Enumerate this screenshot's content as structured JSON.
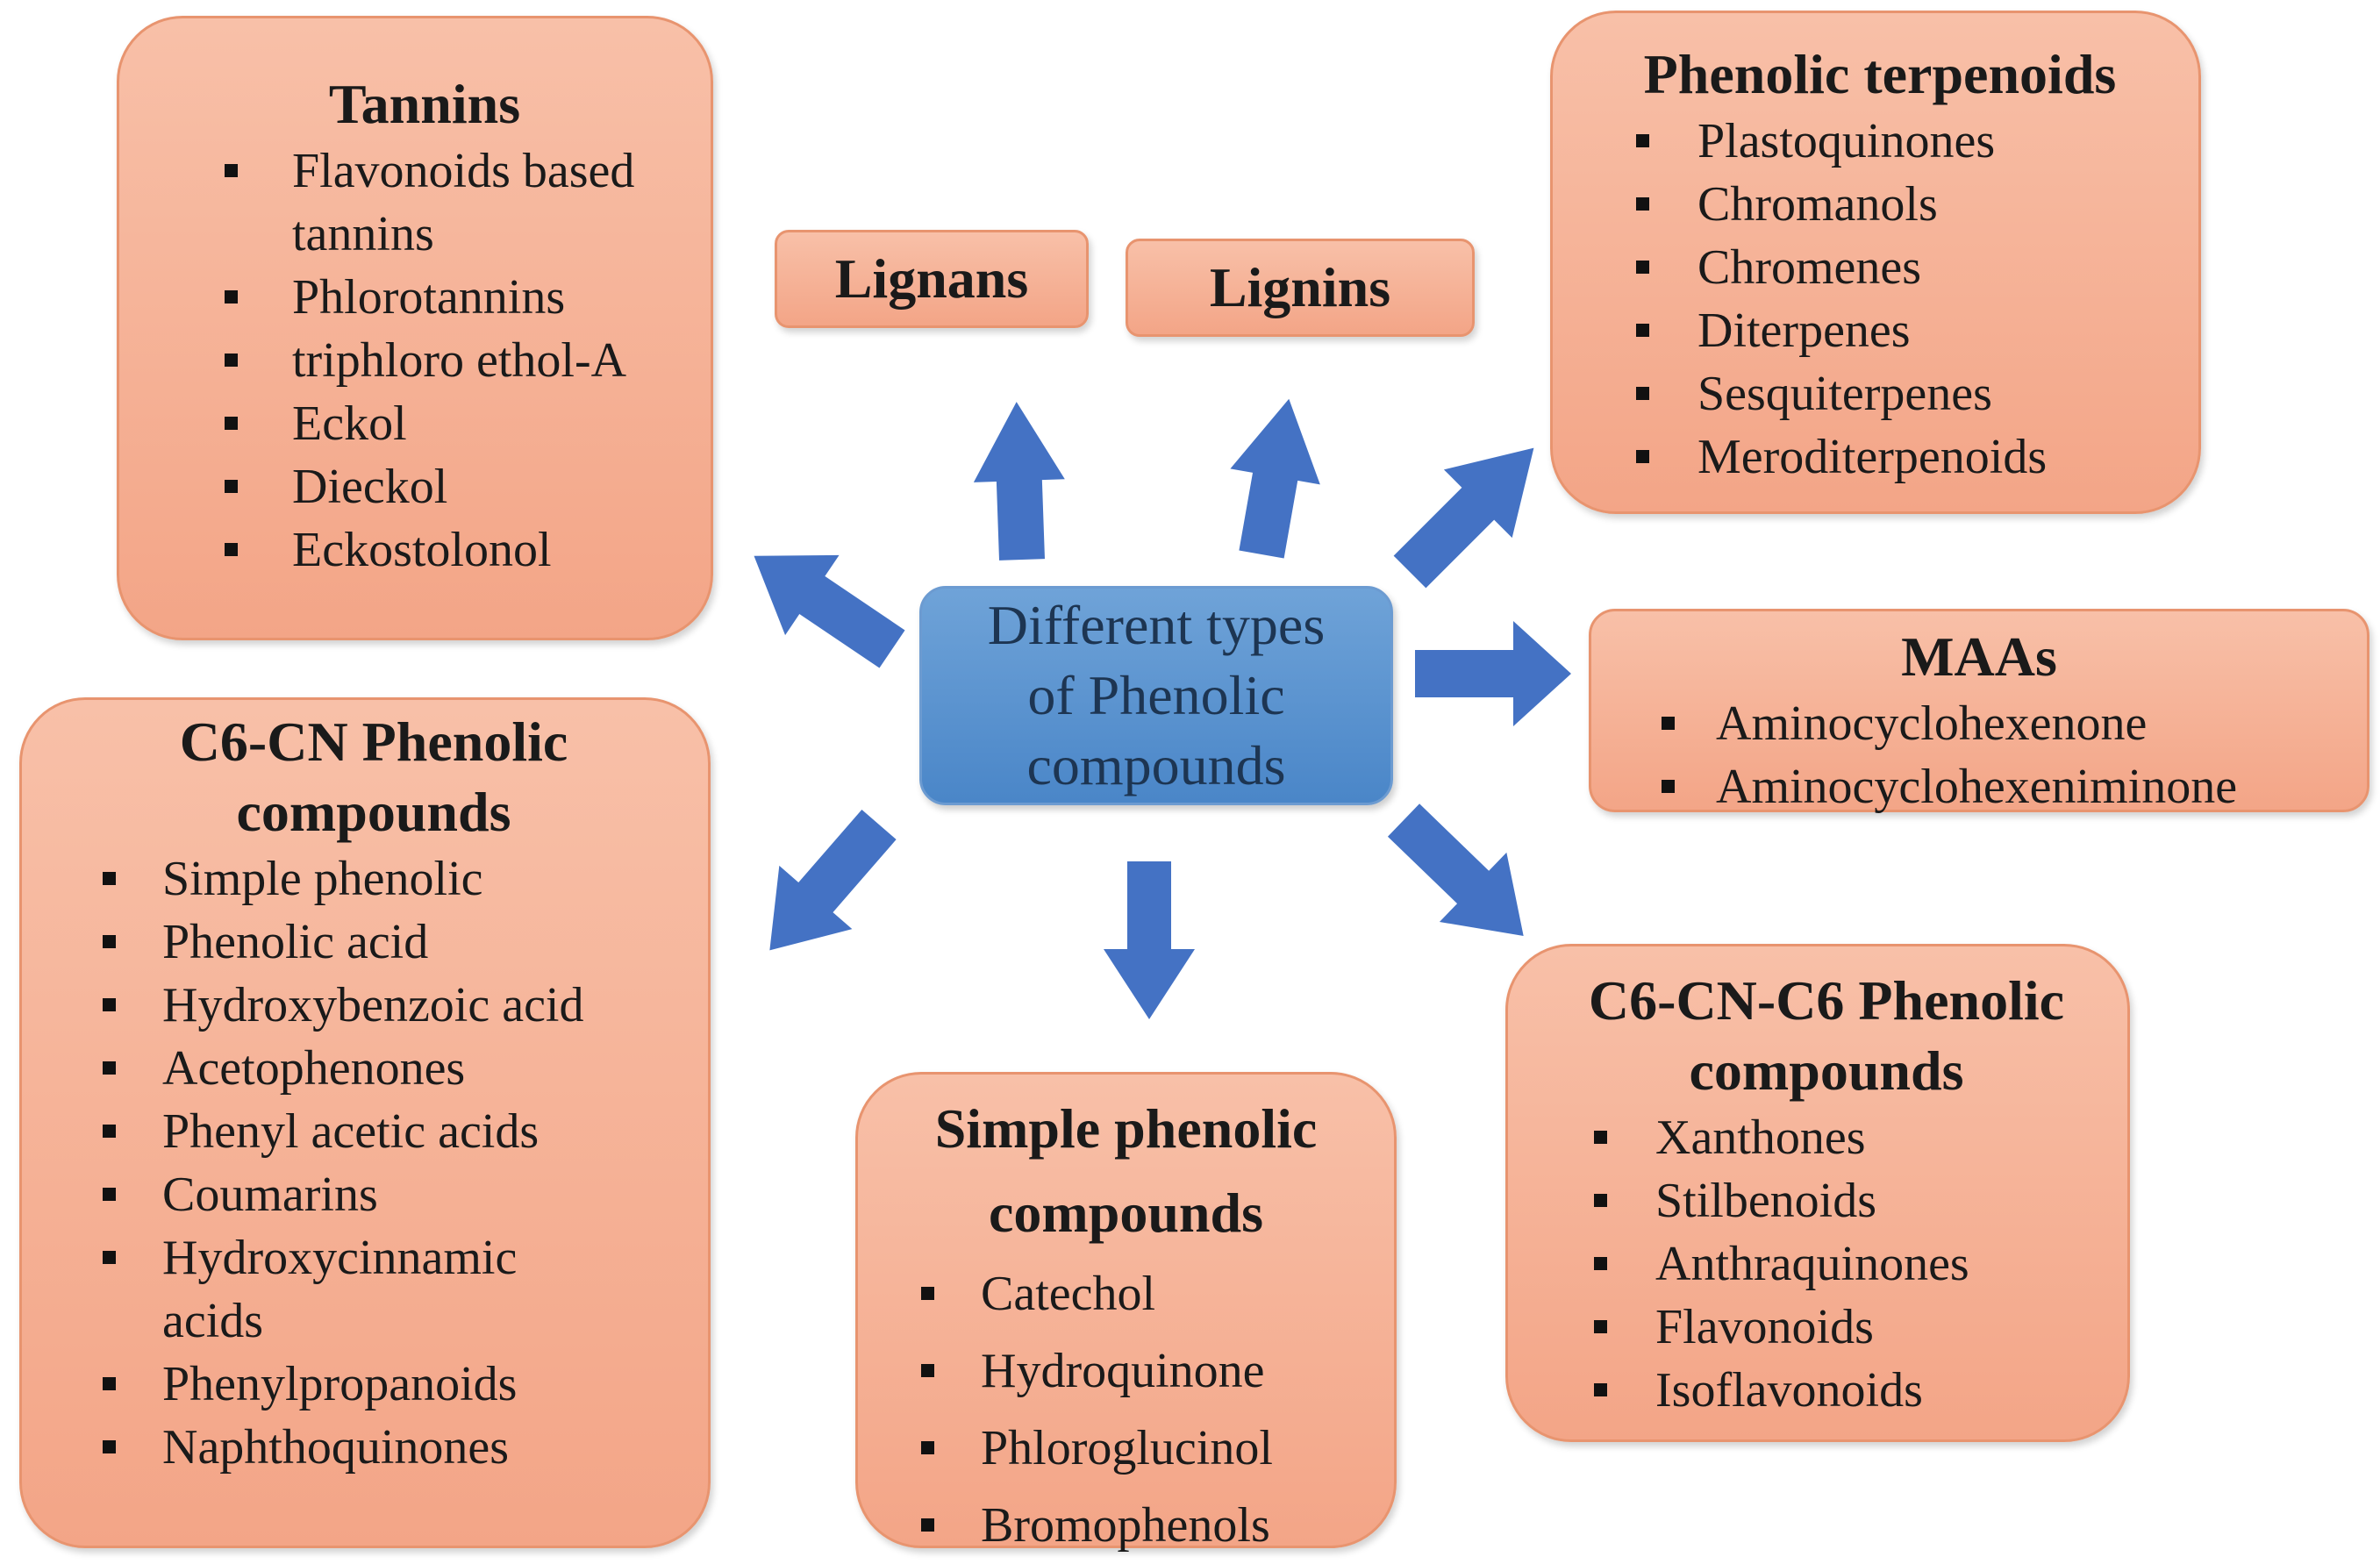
{
  "center": {
    "lines": [
      "Different types",
      "of Phenolic",
      "compounds"
    ]
  },
  "tannins": {
    "title": "Tannins",
    "items": [
      "Flavonoids  based",
      "tannins",
      "Phlorotannins",
      "triphloro  ethol-A",
      "Eckol",
      "Dieckol",
      "Eckostolonol"
    ]
  },
  "lignans": {
    "title": "Lignans"
  },
  "lignins": {
    "title": "Lignins"
  },
  "phenolic_terpenoids": {
    "title": "Phenolic terpenoids",
    "items": [
      "Plastoquinones",
      "Chromanols",
      "Chromenes",
      "Diterpenes",
      "Sesquiterpenes",
      "Meroditerpenoids"
    ]
  },
  "maas": {
    "title": "MAAs",
    "items": [
      "Aminocyclohexenone",
      "Aminocyclohexeniminone"
    ]
  },
  "c6cn": {
    "title_lines": [
      "C6-CN Phenolic",
      "compounds"
    ],
    "items": [
      "Simple  phenolic",
      "Phenolic acid",
      "Hydroxybenzoic  acid",
      "Acetophenones",
      "Phenyl acetic acids",
      "Coumarins",
      "Hydroxycinnamic",
      "acids",
      "Phenylpropanoids",
      "Naphthoquinones"
    ]
  },
  "simple": {
    "title_lines": [
      "Simple phenolic",
      "compounds"
    ],
    "items": [
      "Catechol",
      "Hydroquinone",
      "Phloroglucinol",
      "Bromophenols"
    ]
  },
  "c6cnc6": {
    "title_lines": [
      "C6-CN-C6 Phenolic",
      "compounds"
    ],
    "items": [
      "Xanthones",
      "Stilbenoids",
      "Anthraquinones",
      "Flavonoids",
      "Isoflavonoids"
    ]
  },
  "colors": {
    "box_fill": "#f5b095",
    "box_border": "#e8946f",
    "center_fill": "#5b93d0",
    "arrow_fill": "#4472c4"
  }
}
